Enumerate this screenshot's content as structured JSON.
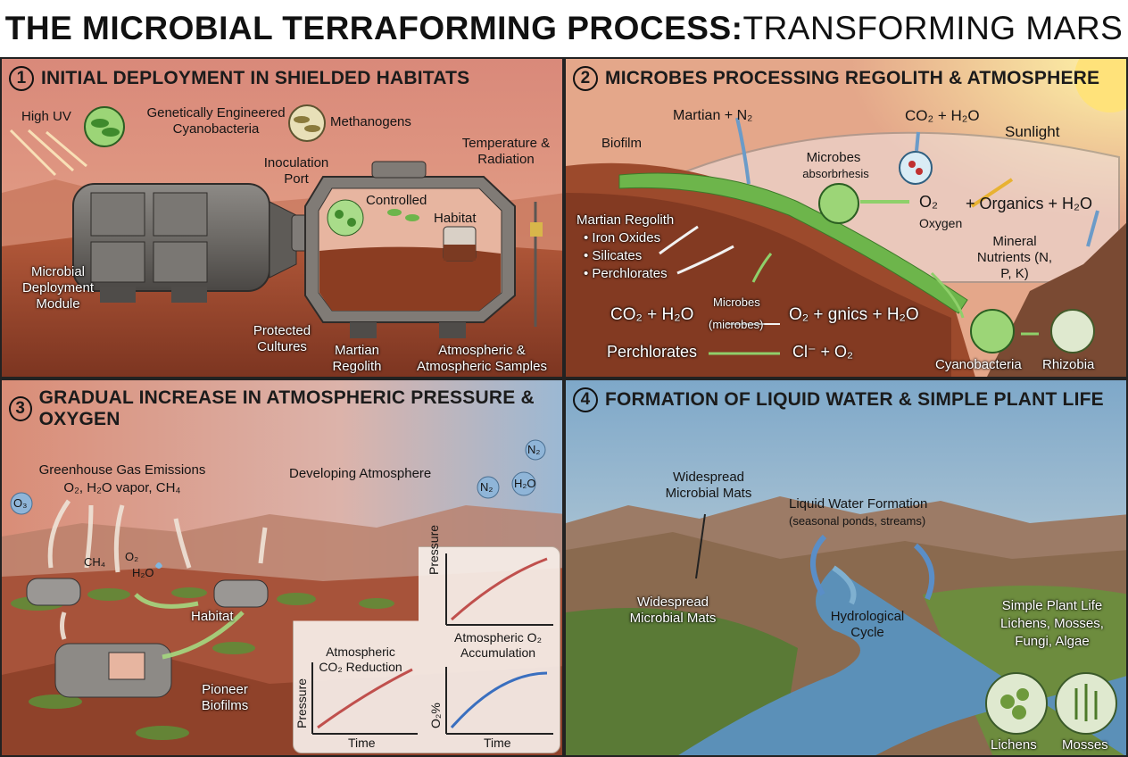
{
  "title": {
    "bold": "THE MICROBIAL TERRAFORMING PROCESS:",
    "normal": " TRANSFORMING MARS"
  },
  "panel1": {
    "number": "1",
    "heading": "INITIAL DEPLOYMENT IN SHIELDED HABITATS",
    "high_uv": "High UV",
    "cyanobacteria": "Genetically Engineered Cyanobacteria",
    "methanogens": "Methanogens",
    "inoculation_port": "Inoculation Port",
    "temperature": "Temperature & Radiation",
    "controlled_habitat_1": "Controlled",
    "controlled_habitat_2": "Habitat",
    "deployment_module": "Microbial Deployment Module",
    "protected_cultures": "Protected Cultures",
    "martian_regolith": "Martian Regolith",
    "atmospheric_samples": "Atmospheric & Atmospheric Samples"
  },
  "panel2": {
    "number": "2",
    "heading": "MICROBES PROCESSING REGOLITH & ATMOSPHERE",
    "martian_n2": "Martian + N₂",
    "co2_h2o": "CO₂ + H₂O",
    "sunlight": "Sunlight",
    "biofilm": "Biofilm",
    "microbes_absorb_1": "Microbes",
    "microbes_absorb_2": "absorbrhesis",
    "o2": "O₂",
    "oxygen": "Oxygen",
    "organics": "+ Organics + H₂O",
    "regolith_title": "Martian Regolith",
    "regolith_items": [
      "• Iron Oxides",
      "• Silicates",
      "• Perchlorates"
    ],
    "mineral_nutrients": "Mineral Nutrients (N, P, K)",
    "eq1_left": "CO₂  +  H₂O",
    "eq1_top": "Microbes",
    "eq1_bottom": "(microbes)",
    "eq1_right": "O₂ + gnics + H₂O",
    "eq2_left": "Perchlorates",
    "eq2_right": "Cl⁻ + O₂",
    "cyanobacteria": "Cyanobacteria",
    "rhizobia": "Rhizobia"
  },
  "panel3": {
    "number": "3",
    "heading": "GRADUAL INCREASE IN ATMOSPHERIC PRESSURE & OXYGEN",
    "greenhouse_1": "Greenhouse Gas Emissions",
    "greenhouse_2": "O₂, H₂O vapor, CH₄",
    "developing": "Developing Atmosphere",
    "bubbles": [
      "O₃",
      "N₂",
      "H₂O",
      "N₂"
    ],
    "ch4": "CH₄",
    "o2": "O₂",
    "h2o": "H₂O",
    "habitat": "Habitat",
    "pioneer": "Pioneer Biofilms",
    "chart_pressure_ylabel": "Pressure",
    "chart_co2_title": "Atmospheric CO₂ Reduction",
    "chart_co2_ylabel": "Pressure",
    "chart_co2_xlabel": "Time",
    "chart_o2_title": "Atmospheric O₂ Accumulation",
    "chart_o2_ylabel": "O₂%",
    "chart_o2_xlabel": "Time"
  },
  "panel4": {
    "number": "4",
    "heading": "FORMATION OF LIQUID WATER & SIMPLE PLANT LIFE",
    "mats_top": "Widespread Microbial Mats",
    "water_1": "Liquid Water Formation",
    "water_2": "(seasonal ponds, streams)",
    "mats_mid": "Widespread Microbial Mats",
    "hydro": "Hydrological Cycle",
    "plant_1": "Simple Plant Life",
    "plant_2": "Lichens, Mosses,",
    "plant_3": "Fungi, Algae",
    "lichens": "Lichens",
    "mosses": "Mosses"
  },
  "colors": {
    "mars_sky": "#d98d77",
    "regolith": "#9c4a2c",
    "microbe_green": "#6db54b",
    "arrow_green": "#8fd06a",
    "water_blue": "#5b90b8",
    "sky_blue": "#8fb5d0"
  }
}
